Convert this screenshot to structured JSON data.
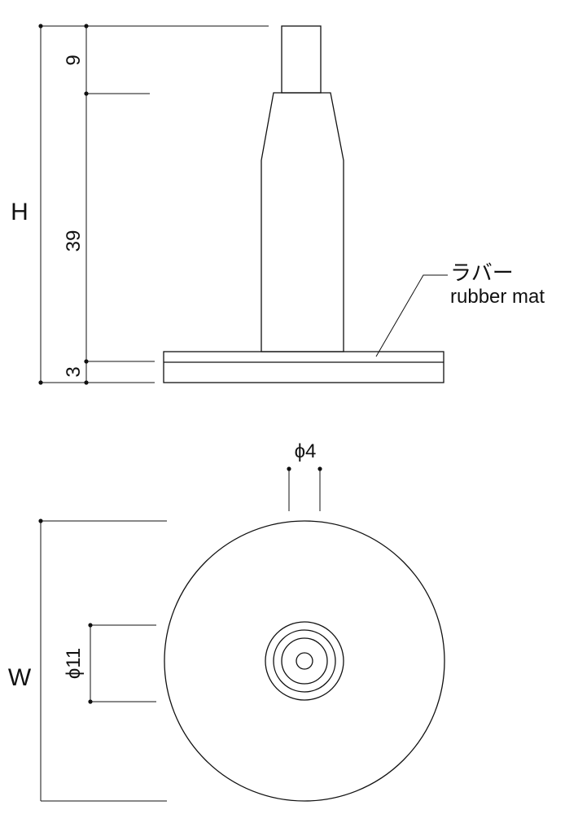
{
  "colors": {
    "line": "#111111",
    "background": "#ffffff"
  },
  "side_view": {
    "dim_total_height": "H",
    "dim_top_pin": "9",
    "dim_body": "39",
    "dim_base": "3",
    "rubber_label_ja": "ラバー",
    "rubber_label_en": "rubber mat"
  },
  "top_view": {
    "dim_pin_diameter": "ϕ4",
    "dim_boss_diameter": "ϕ11",
    "dim_total_width": "W"
  }
}
